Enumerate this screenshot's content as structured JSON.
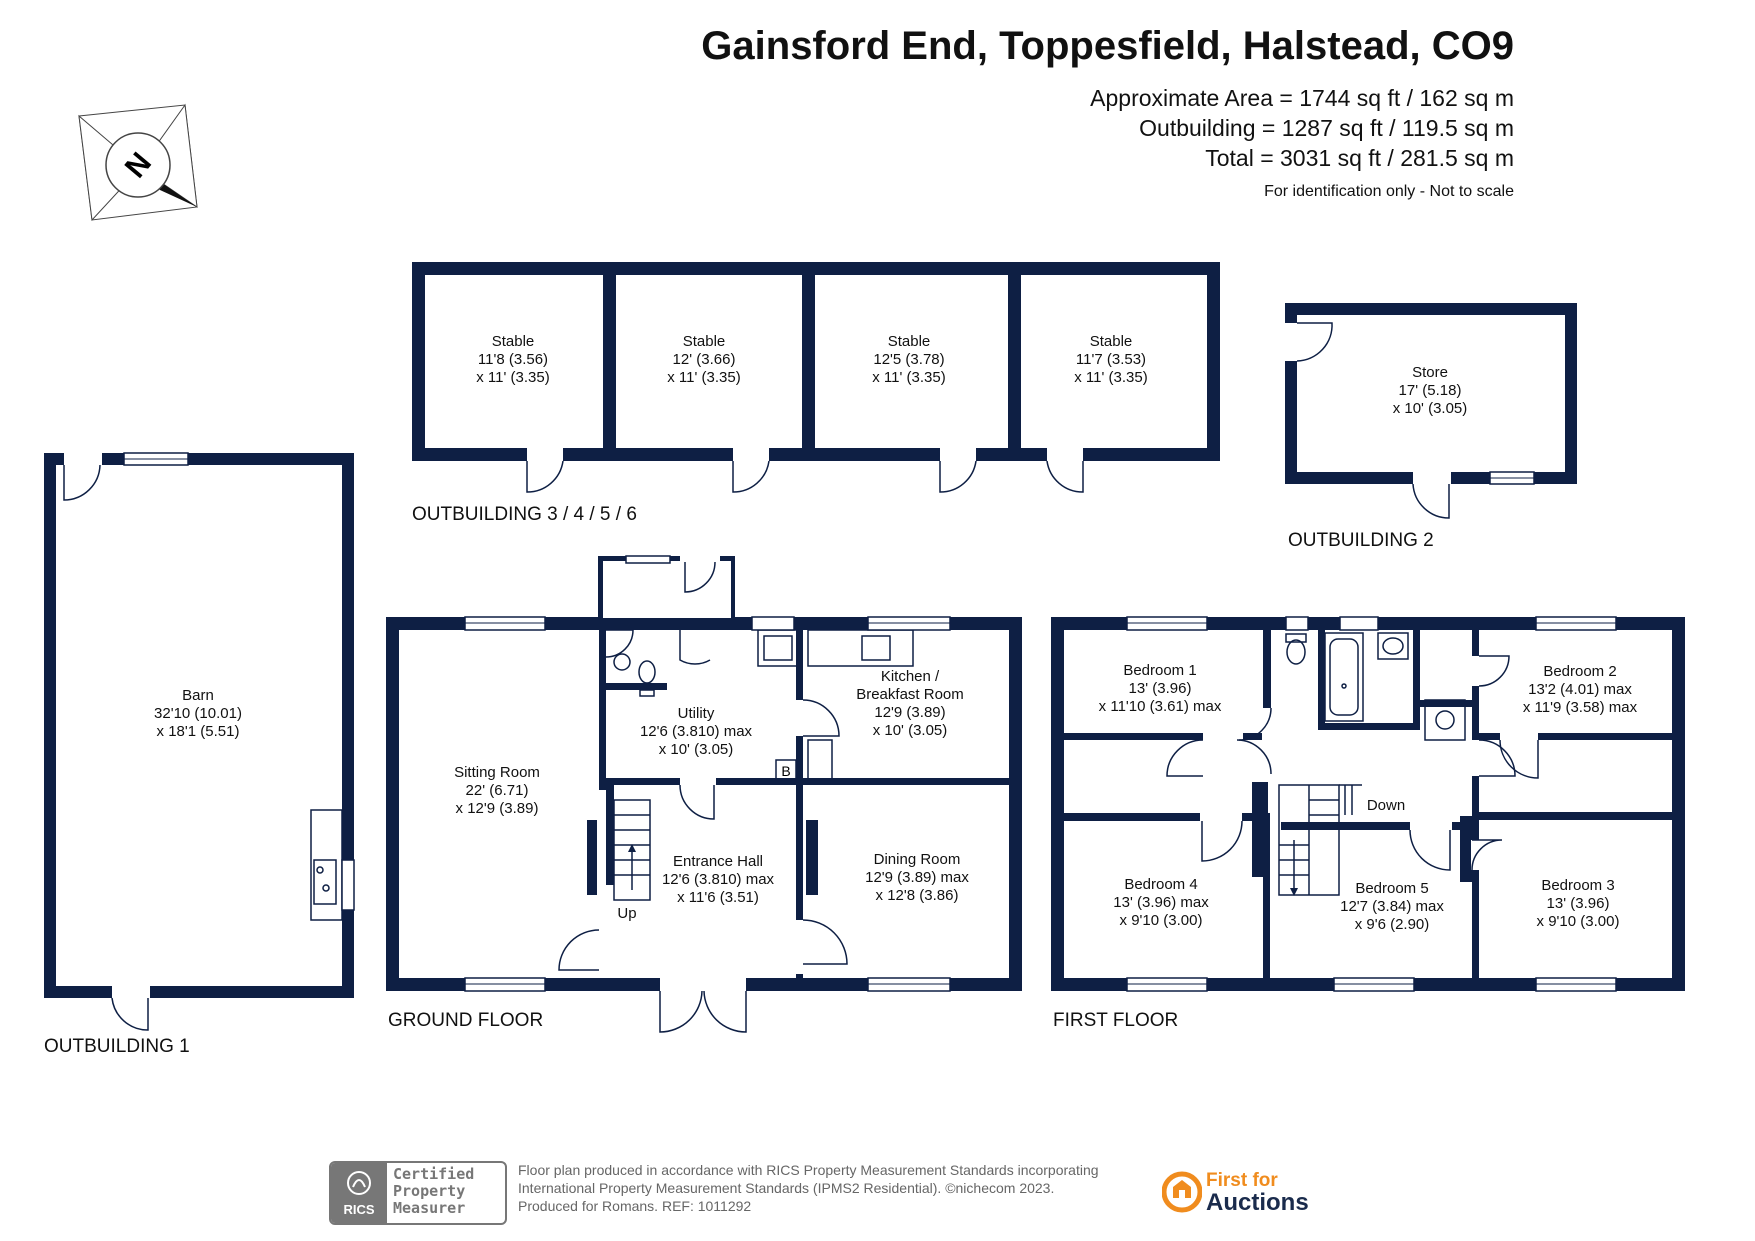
{
  "header": {
    "title": "Gainsford End, Toppesfield, Halstead, CO9",
    "approximate_area": "Approximate Area = 1744 sq ft / 162 sq m",
    "outbuilding_area": "Outbuilding = 1287 sq ft / 119.5 sq m",
    "total_area": "Total = 3031 sq ft / 281.5 sq m",
    "note": "For identification only - Not to scale"
  },
  "compass": {
    "letter": "N",
    "icon": "north-compass-icon"
  },
  "sections": {
    "outbuilding_1": "OUTBUILDING 1",
    "outbuilding_3456": "OUTBUILDING 3 / 4 / 5 / 6",
    "outbuilding_2": "OUTBUILDING 2",
    "ground_floor": "GROUND FLOOR",
    "first_floor": "FIRST FLOOR"
  },
  "rooms": {
    "barn": {
      "name": "Barn",
      "dim1": "32'10 (10.01)",
      "dim2": "x 18'1 (5.51)"
    },
    "stable_1": {
      "name": "Stable",
      "dim1": "11'8 (3.56)",
      "dim2": "x 11' (3.35)"
    },
    "stable_2": {
      "name": "Stable",
      "dim1": "12' (3.66)",
      "dim2": "x 11' (3.35)"
    },
    "stable_3": {
      "name": "Stable",
      "dim1": "12'5 (3.78)",
      "dim2": "x 11' (3.35)"
    },
    "stable_4": {
      "name": "Stable",
      "dim1": "11'7 (3.53)",
      "dim2": "x 11' (3.35)"
    },
    "store": {
      "name": "Store",
      "dim1": "17' (5.18)",
      "dim2": "x 10' (3.05)"
    },
    "sitting_room": {
      "name": "Sitting Room",
      "dim1": "22' (6.71)",
      "dim2": "x 12'9 (3.89)"
    },
    "utility": {
      "name": "Utility",
      "dim1": "12'6 (3.810) max",
      "dim2": "x 10' (3.05)"
    },
    "kitchen": {
      "name": "Kitchen /",
      "name2": "Breakfast Room",
      "dim1": "12'9 (3.89)",
      "dim2": "x 10' (3.05)"
    },
    "entrance_hall": {
      "name": "Entrance Hall",
      "dim1": "12'6 (3.810) max",
      "dim2": "x 11'6 (3.51)"
    },
    "dining_room": {
      "name": "Dining Room",
      "dim1": "12'9 (3.89) max",
      "dim2": "x 12'8 (3.86)"
    },
    "bedroom_1": {
      "name": "Bedroom 1",
      "dim1": "13' (3.96)",
      "dim2": "x 11'10 (3.61) max"
    },
    "bedroom_2": {
      "name": "Bedroom 2",
      "dim1": "13'2 (4.01) max",
      "dim2": "x 11'9 (3.58) max"
    },
    "bedroom_3": {
      "name": "Bedroom 3",
      "dim1": "13' (3.96)",
      "dim2": "x 9'10 (3.00)"
    },
    "bedroom_4": {
      "name": "Bedroom 4",
      "dim1": "13' (3.96) max",
      "dim2": "x 9'10 (3.00)"
    },
    "bedroom_5": {
      "name": "Bedroom 5",
      "dim1": "12'7 (3.84) max",
      "dim2": "x 9'6 (2.90)"
    }
  },
  "labels": {
    "up": "Up",
    "down": "Down",
    "boiler": "B"
  },
  "footer": {
    "line1": "Floor plan produced in accordance with RICS Property Measurement Standards incorporating",
    "line2": "International Property Measurement Standards (IPMS2 Residential).  ©nichecom 2023.",
    "line3": "Produced for Romans.   REF: 1011292",
    "rics_logo": "RICS",
    "rics_line1": "Certified",
    "rics_line2": "Property",
    "rics_line3": "Measurer",
    "brand_line1": "First for",
    "brand_line2": "Auctions"
  },
  "colors": {
    "wall": "#0e1f44",
    "accent_orange": "#f08c1e",
    "brand_navy": "#1a2b4c",
    "footer_grey": "#777777"
  }
}
